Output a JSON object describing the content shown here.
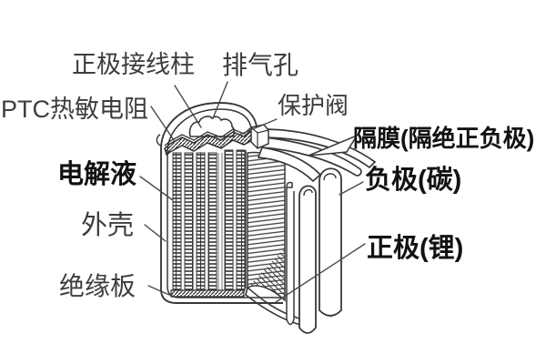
{
  "figure": {
    "type": "battery-cutaway-diagram",
    "labels": [
      {
        "id": "terminal",
        "text": "正极接线柱",
        "emphasis": false
      },
      {
        "id": "vent",
        "text": "排气孔",
        "emphasis": false
      },
      {
        "id": "ptc",
        "text": "PTC热敏电阻",
        "emphasis": false
      },
      {
        "id": "valve",
        "text": "保护阀",
        "emphasis": false
      },
      {
        "id": "separator",
        "text": "隔膜(隔绝正负极)",
        "emphasis": true
      },
      {
        "id": "electrolyte",
        "text": "电解液",
        "emphasis": true
      },
      {
        "id": "anode",
        "text": "负极(碳)",
        "emphasis": true
      },
      {
        "id": "shell",
        "text": "外壳",
        "emphasis": false
      },
      {
        "id": "cathode",
        "text": "正极(锂)",
        "emphasis": true
      },
      {
        "id": "insulator",
        "text": "绝缘板",
        "emphasis": false
      }
    ],
    "colors": {
      "background": "#ffffff",
      "line": "#383838",
      "label": "#3d3d3d",
      "label_emphasis": "#121212"
    }
  }
}
